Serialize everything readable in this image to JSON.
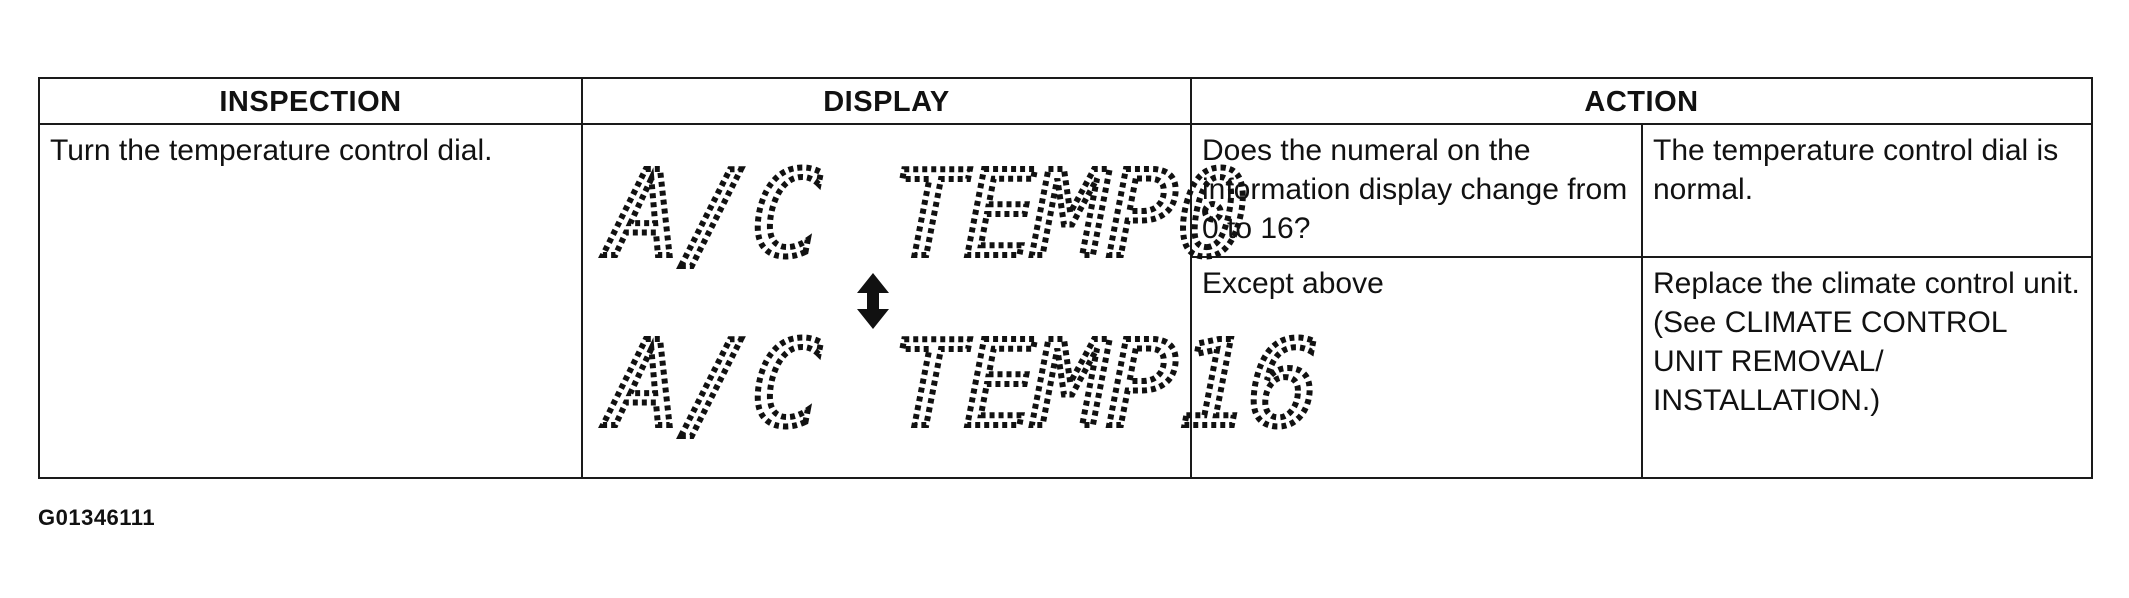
{
  "table": {
    "headers": {
      "inspection": "INSPECTION",
      "display": "DISPLAY",
      "action": "ACTION"
    },
    "row": {
      "inspection": "Turn the temperature control dial.",
      "display_top": "A/C TEMP0",
      "display_bottom": "A/C TEMP16",
      "question": "Does the numeral on the information display change from 0 to 16?",
      "result_yes": "The temperature control dial is normal.",
      "condition_other": "Except above",
      "result_other": "Replace the climate control unit. (See CLIMATE CONTROL UNIT REMOVAL/ INSTALLATION.)"
    }
  },
  "figure_id": "G01346111",
  "icons": {
    "display_arrow": "up-down-arrow-icon"
  }
}
